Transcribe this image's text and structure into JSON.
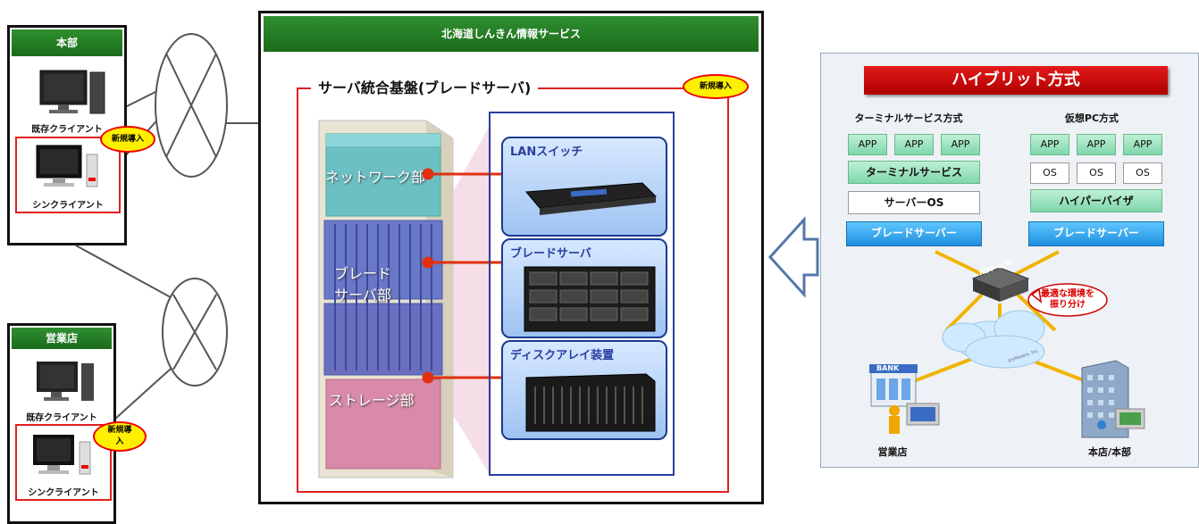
{
  "left": {
    "hq": {
      "title": "本部",
      "existing_client": "既存クライアント",
      "thin_client": "シンクライアント",
      "badge": "新規導入"
    },
    "branch": {
      "title": "営業店",
      "existing_client": "既存クライアント",
      "thin_client": "シンクライアント",
      "badge": "新規導\n入"
    }
  },
  "center": {
    "header": "北海道しんきん情報サービス",
    "platform_title": "サーバ統合基盤(ブレードサーバ)",
    "badge": "新規導入",
    "rack": {
      "network": "ネットワーク部",
      "blade": "ブレード\nサーバ部",
      "storage": "ストレージ部"
    },
    "components": {
      "lan": "LANスイッチ",
      "blade": "ブレードサーバ",
      "disk": "ディスクアレイ装置"
    }
  },
  "right": {
    "title": "ハイブリット方式",
    "ts": {
      "heading": "ターミナルサービス方式",
      "app": "APP",
      "ts_layer": "ターミナルサービス",
      "server_os": "サーバーOS",
      "blade": "ブレードサーバー"
    },
    "vpc": {
      "heading": "仮想PC方式",
      "app": "APP",
      "os": "OS",
      "hypervisor": "ハイパーバイザ",
      "blade": "ブレードサーバー"
    },
    "gateway": "RDP G/W",
    "bubble": "最適な環境を\n振り分け",
    "bank_sign": "BANK",
    "branch": "営業店",
    "hq": "本店/本部",
    "watermark": "©VMware, Inc."
  },
  "colors": {
    "green_header": "#1b6b1b",
    "red_frame": "#e02020",
    "blue_frame": "#2a3fa0",
    "badge_yellow": "#ffef00",
    "title_red": "#d40000"
  }
}
